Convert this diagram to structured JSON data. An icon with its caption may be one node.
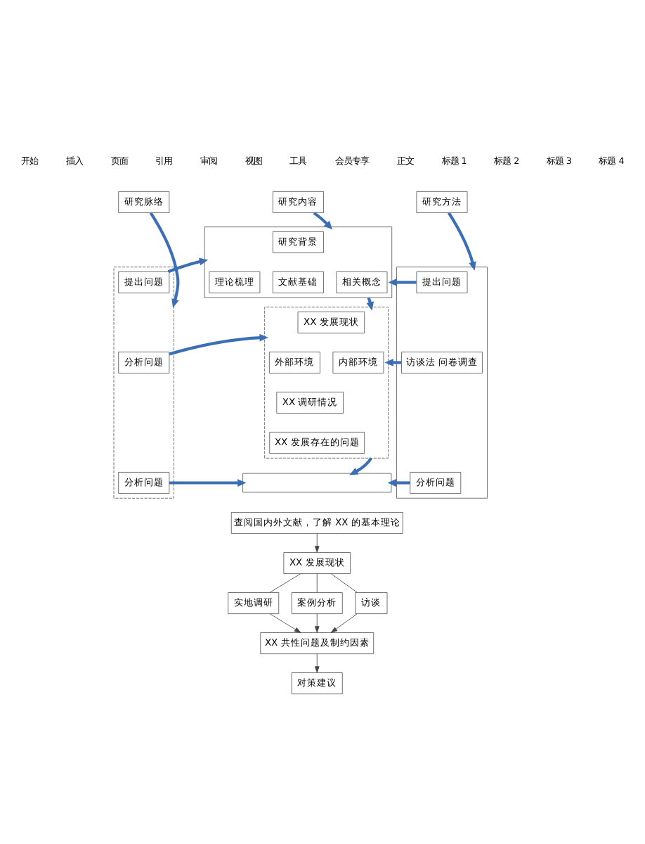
{
  "diagram": {
    "nodes": [
      {
        "text": [
          "研究脉络"
        ]
      },
      {
        "text": [
          "研究内容"
        ]
      },
      {
        "text": [
          "研究方法"
        ]
      },
      {
        "text": [],
        "shape": "box"
      },
      {
        "text": [
          "提出问题"
        ],
        "in": 3
      },
      {
        "text": [
          "分析问题"
        ],
        "in": 3
      },
      {
        "text": [
          "分析问题"
        ],
        "in": 3
      },
      {
        "text": [],
        "shape": "box"
      },
      {
        "text": [
          "研究背景"
        ],
        "in": 7
      },
      {
        "text": [
          "理论梳理"
        ],
        "in": 7
      },
      {
        "text": [
          "相关概念"
        ],
        "in": 7
      },
      {
        "text": [
          "文献基础"
        ],
        "in": 7
      },
      {
        "text": [],
        "shape": "box"
      },
      {
        "text": [
          "XX 发展现状"
        ],
        "in": 12
      },
      {
        "text": [
          "外部环境"
        ],
        "in": 12
      },
      {
        "text": [
          "内部环境"
        ],
        "in": 12
      },
      {
        "text": [
          "XX 调研情况"
        ],
        "in": 12
      },
      {
        "text": [
          "XX 发展存在的问题"
        ],
        "in": 12
      },
      {
        "text": [],
        "shape": "box"
      },
      {
        "text": [],
        "shape": "box"
      },
      {
        "text": [
          "提出问题"
        ],
        "in": 19
      },
      {
        "text": [
          "访谈法 问卷调查"
        ],
        "in": 19
      },
      {
        "text": [
          "分析问题"
        ],
        "in": 19
      },
      {
        "text": [
          "查阅国内外文献，了解 XX 的基本理论"
        ]
      },
      {
        "text": [
          "XX 发展现状"
        ]
      },
      {
        "text": [
          "实地调研"
        ]
      },
      {
        "text": [
          "案例分析"
        ]
      },
      {
        "text": [
          "访谈"
        ]
      },
      {
        "text": [
          "XX 共性问题及制约因素"
        ]
      },
      {
        "text": [
          "对策建议"
        ]
      }
    ],
    "edges": [
      {
        "from": 0,
        "to": 3,
        "arrow": "to"
      },
      {
        "from": 1,
        "to": 7,
        "arrow": "to"
      },
      {
        "from": 2,
        "to": 19,
        "arrow": "to"
      },
      {
        "from": 4,
        "to": 7,
        "arrow": "to"
      },
      {
        "from": 5,
        "to": 12,
        "arrow": "to"
      },
      {
        "from": 6,
        "to": 18,
        "arrow": "to"
      },
      {
        "from": 20,
        "to": 7,
        "arrow": "to"
      },
      {
        "from": 21,
        "to": 12,
        "arrow": "to"
      },
      {
        "from": 22,
        "to": 18,
        "arrow": "to"
      },
      {
        "from": 7,
        "to": 12,
        "arrow": "to"
      },
      {
        "from": 12,
        "to": 18,
        "arrow": "to"
      },
      {
        "from": 23,
        "to": 24,
        "arrow": "to",
        "color": "#444444"
      },
      {
        "from": 24,
        "to": 25,
        "arrow": "none",
        "color": "#444444"
      },
      {
        "from": 24,
        "to": 26,
        "arrow": "none",
        "color": "#444444"
      },
      {
        "from": 24,
        "to": 27,
        "arrow": "none",
        "color": "#444444"
      },
      {
        "from": 25,
        "to": 28,
        "arrow": "to",
        "color": "#444444"
      },
      {
        "from": 26,
        "to": 28,
        "arrow": "to",
        "color": "#444444"
      },
      {
        "from": 27,
        "to": 28,
        "arrow": "to",
        "color": "#444444"
      },
      {
        "from": 28,
        "to": 29,
        "arrow": "to",
        "color": "#444444"
      }
    ],
    "labels": [
      "开始",
      "插入",
      "页面",
      "引用",
      "审阅",
      "视图",
      "工具",
      "会员专享",
      "正文",
      "标题 1",
      "标题 2",
      "标题 3",
      "标题 4"
    ]
  }
}
